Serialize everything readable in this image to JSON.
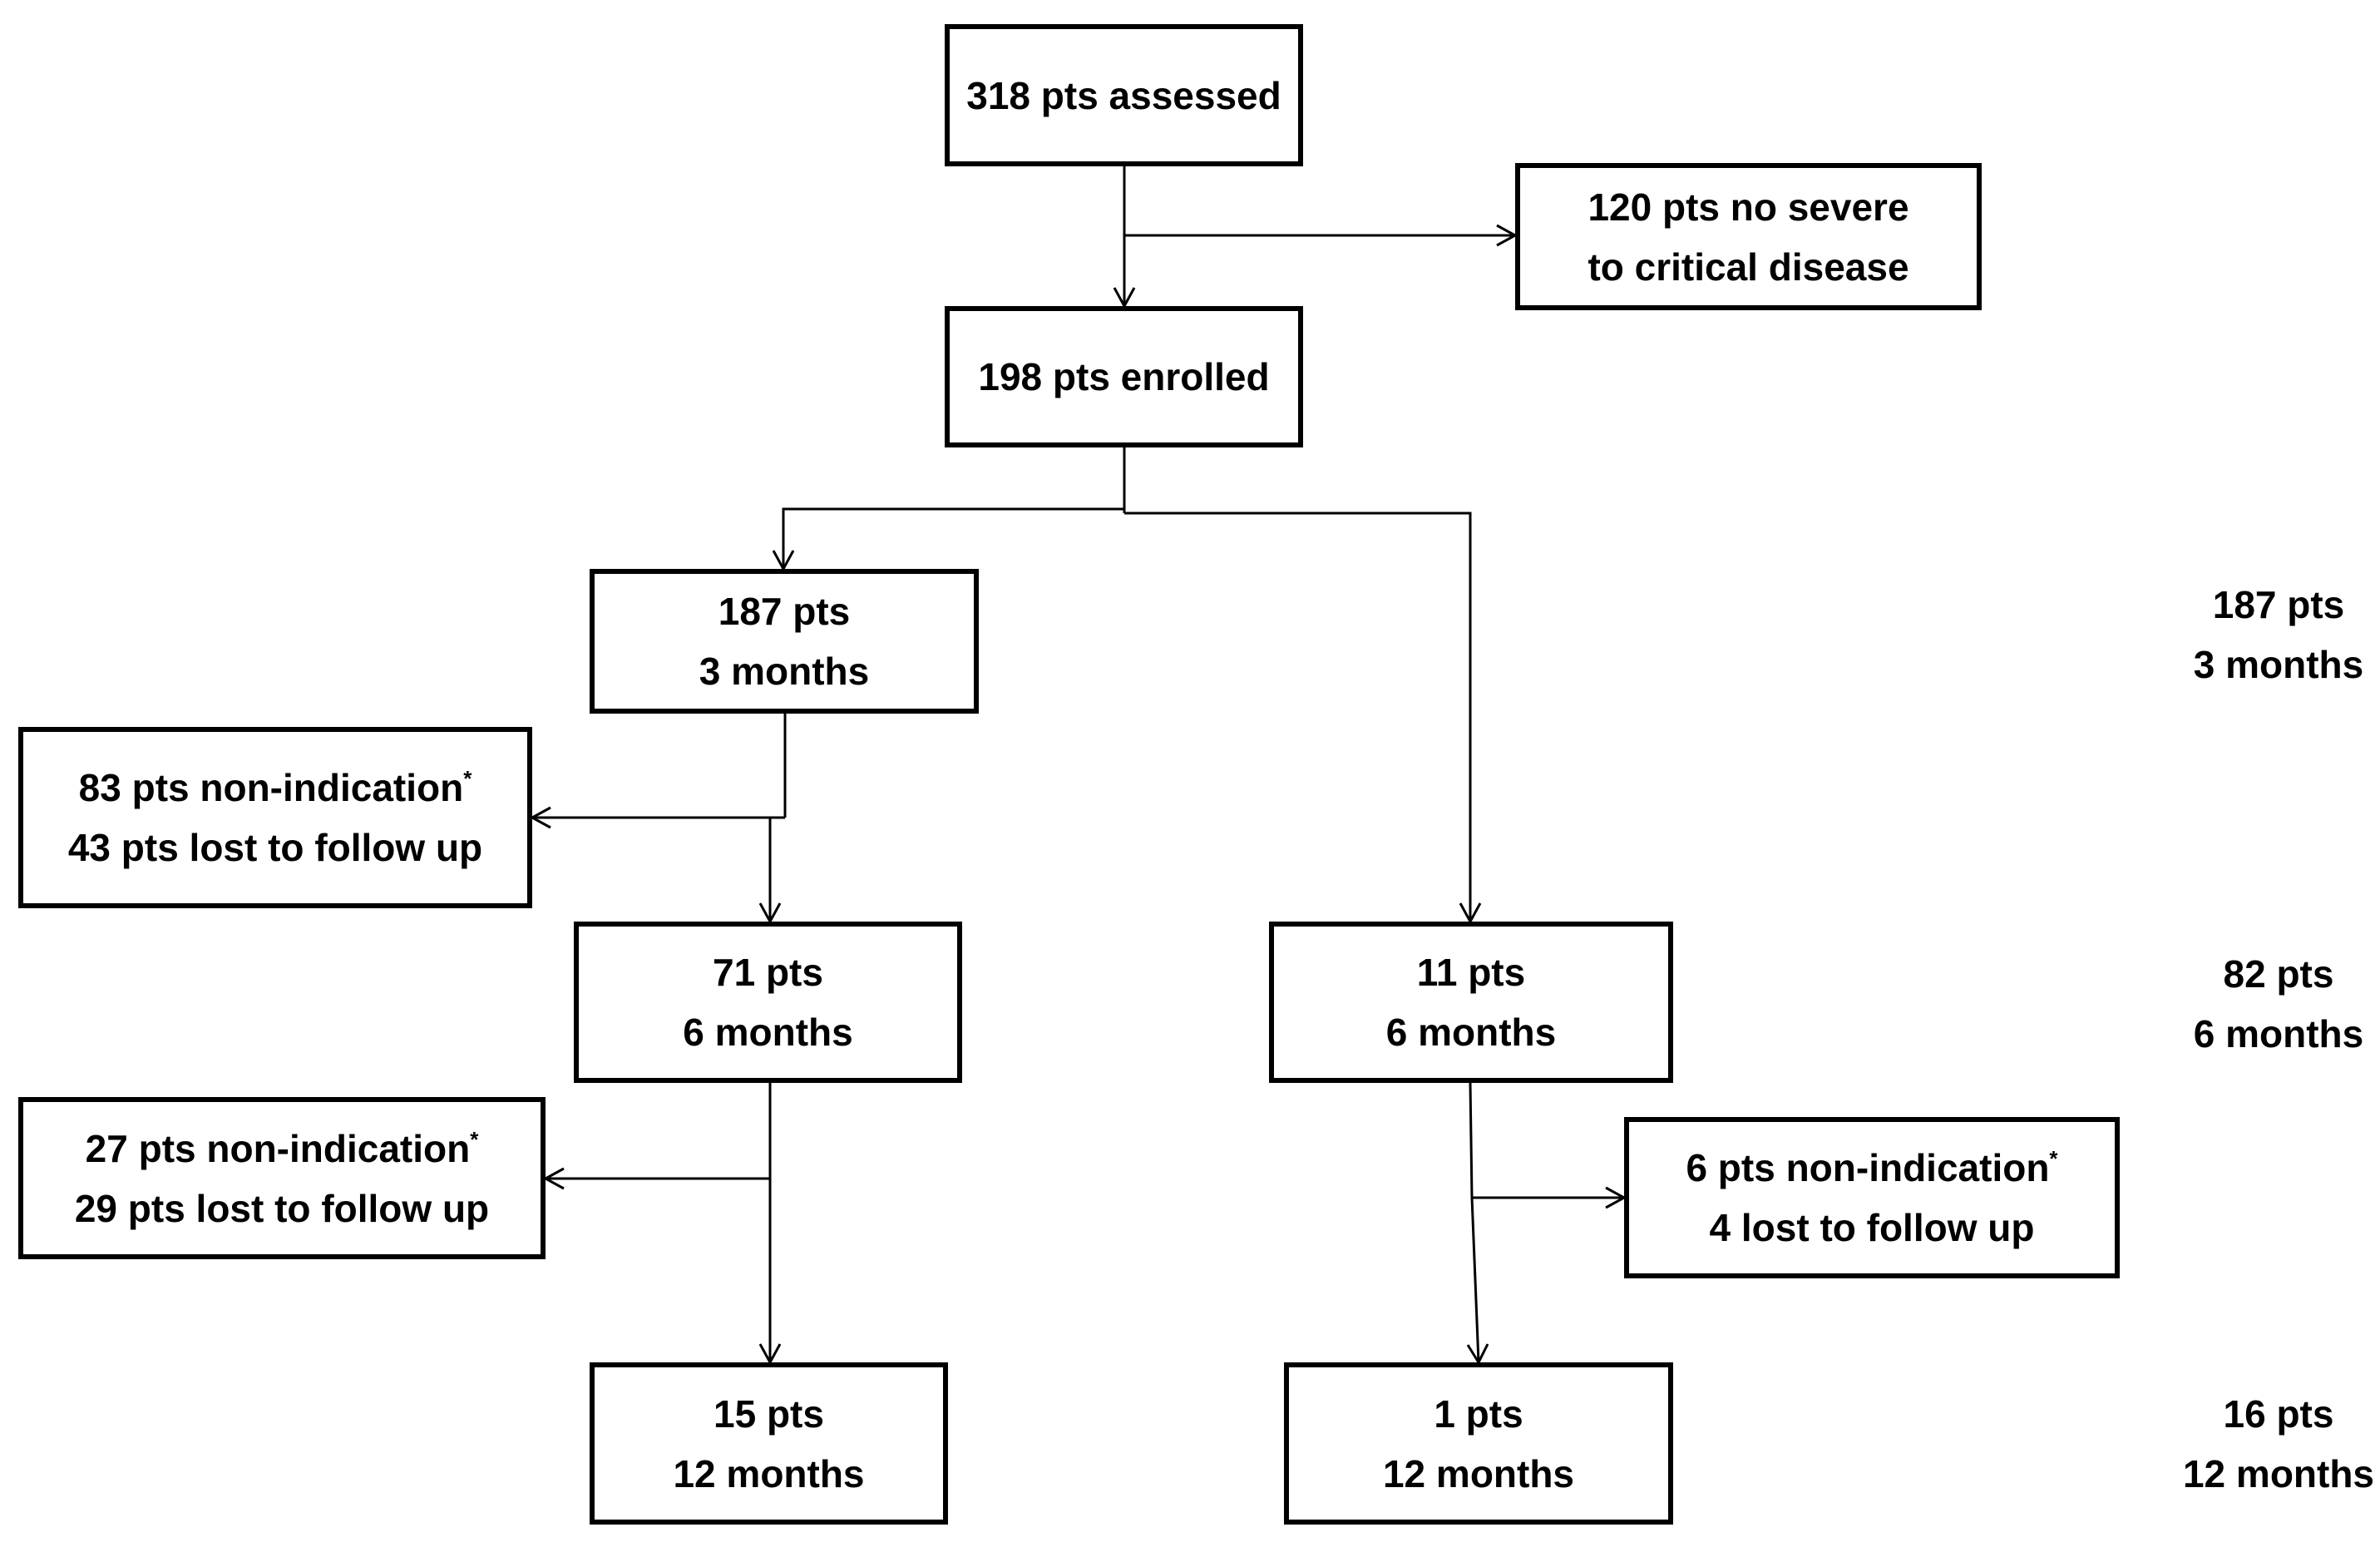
{
  "boxes": {
    "assessed": {
      "l1": "318 pts assessed"
    },
    "excluded": {
      "l1": "120 pts no severe",
      "l2": "to critical disease"
    },
    "enrolled": {
      "l1": "198 pts enrolled"
    },
    "m3": {
      "l1": "187 pts",
      "l2": "3 months"
    },
    "loss3": {
      "l1": "83 pts non-indication",
      "mark1": "*",
      "l2": "43 pts lost to follow up"
    },
    "left6": {
      "l1": "71 pts",
      "l2": "6 months"
    },
    "right6": {
      "l1": "11 pts",
      "l2": "6 months"
    },
    "loss6left": {
      "l1": "27 pts non-indication",
      "mark1": "*",
      "l2": "29 pts lost to follow up"
    },
    "loss6right": {
      "l1": "6 pts non-indication",
      "mark1": "*",
      "l2": "4 lost to follow up"
    },
    "left12": {
      "l1": "15 pts",
      "l2": "12 months"
    },
    "right12": {
      "l1": "1 pts",
      "l2": "12 months"
    }
  },
  "totals": [
    {
      "l1": "187 pts",
      "l2": "3 months"
    },
    {
      "l1": "82 pts",
      "l2": "6 months"
    },
    {
      "l1": "16 pts",
      "l2": "12 months"
    }
  ],
  "colors": {
    "line": "#000000",
    "box_border": "#000000",
    "text": "#000000",
    "background": "#ffffff"
  }
}
